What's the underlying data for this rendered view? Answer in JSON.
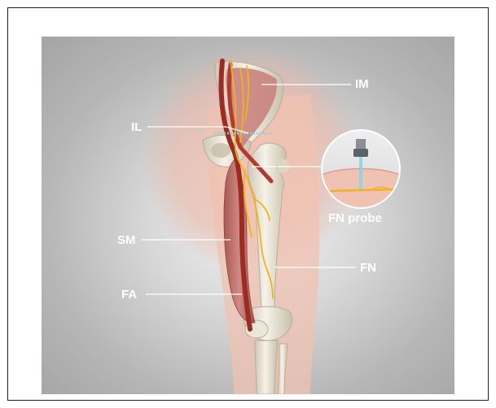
{
  "labels": {
    "im": "IM",
    "il": "IL",
    "sm": "SM",
    "fa": "FA",
    "fn": "FN",
    "fn_probe": "FN probe"
  },
  "colors": {
    "background_center": "#f2f2f2",
    "background_edge": "#a4a4a4",
    "muscle": "#c87c78",
    "artery": "#9a2c23",
    "nerve": "#f2b21e",
    "bone": "#eae4d6",
    "ultrasound_beam": "#7fd6e4",
    "leader_line": "#ffffff"
  }
}
